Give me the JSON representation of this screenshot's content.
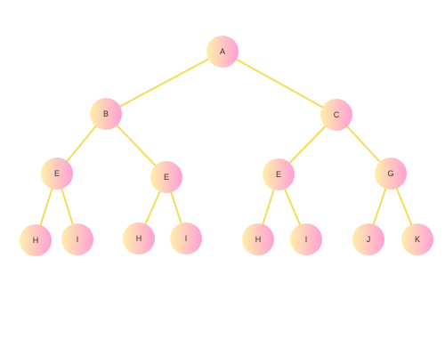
{
  "colors": {
    "edge": "#f3dd55",
    "node_gradient_start": "#fff0a8",
    "node_gradient_end": "#ff9fd8",
    "label": "#333333",
    "background": "#ffffff"
  },
  "tree": {
    "nodes": [
      {
        "id": "root",
        "label": "A"
      },
      {
        "id": "b",
        "label": "B"
      },
      {
        "id": "c",
        "label": "C"
      },
      {
        "id": "b-e",
        "label": "E"
      },
      {
        "id": "b-e2",
        "label": "E"
      },
      {
        "id": "c-e",
        "label": "E"
      },
      {
        "id": "c-g",
        "label": "G"
      },
      {
        "id": "leaf-1",
        "label": "H"
      },
      {
        "id": "leaf-2",
        "label": "I"
      },
      {
        "id": "leaf-3",
        "label": "H"
      },
      {
        "id": "leaf-4",
        "label": "I"
      },
      {
        "id": "leaf-5",
        "label": "H"
      },
      {
        "id": "leaf-6",
        "label": "I"
      },
      {
        "id": "leaf-7",
        "label": "J"
      },
      {
        "id": "leaf-8",
        "label": "K"
      }
    ],
    "edges": [
      [
        "root",
        "b"
      ],
      [
        "root",
        "c"
      ],
      [
        "b",
        "b-e"
      ],
      [
        "b",
        "b-e2"
      ],
      [
        "c",
        "c-e"
      ],
      [
        "c",
        "c-g"
      ],
      [
        "b-e",
        "leaf-1"
      ],
      [
        "b-e",
        "leaf-2"
      ],
      [
        "b-e2",
        "leaf-3"
      ],
      [
        "b-e2",
        "leaf-4"
      ],
      [
        "c-e",
        "leaf-5"
      ],
      [
        "c-e",
        "leaf-6"
      ],
      [
        "c-g",
        "leaf-7"
      ],
      [
        "c-g",
        "leaf-8"
      ]
    ]
  }
}
